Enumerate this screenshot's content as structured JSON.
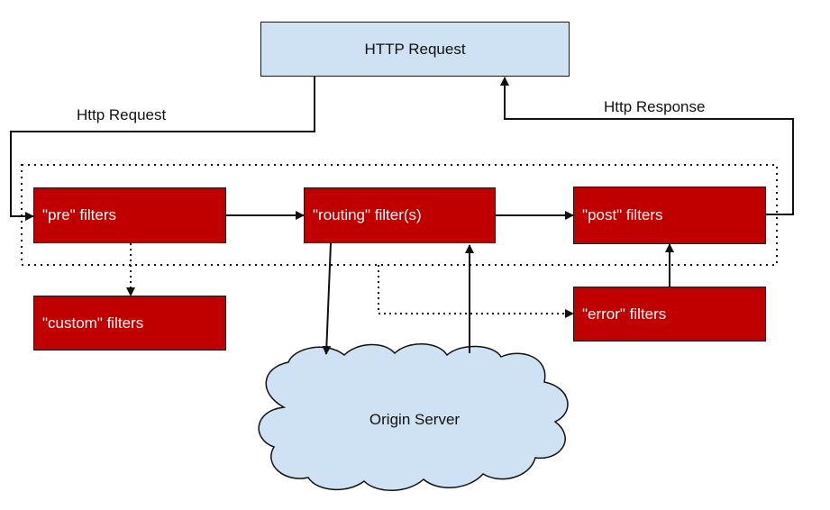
{
  "colors": {
    "filter_fill": "#c00000",
    "request_fill": "#cfe2f3",
    "cloud_fill": "#cfe2f3",
    "line": "#111111"
  },
  "nodes": {
    "http_request": "HTTP Request",
    "pre_filters": "\"pre\" filters",
    "routing_filters": "\"routing\" filter(s)",
    "post_filters": "\"post\" filters",
    "custom_filters": "\"custom\" filters",
    "error_filters": "\"error\" filters",
    "origin_server": "Origin Server"
  },
  "edges": {
    "request_label": "Http Request",
    "response_label": "Http Response"
  }
}
